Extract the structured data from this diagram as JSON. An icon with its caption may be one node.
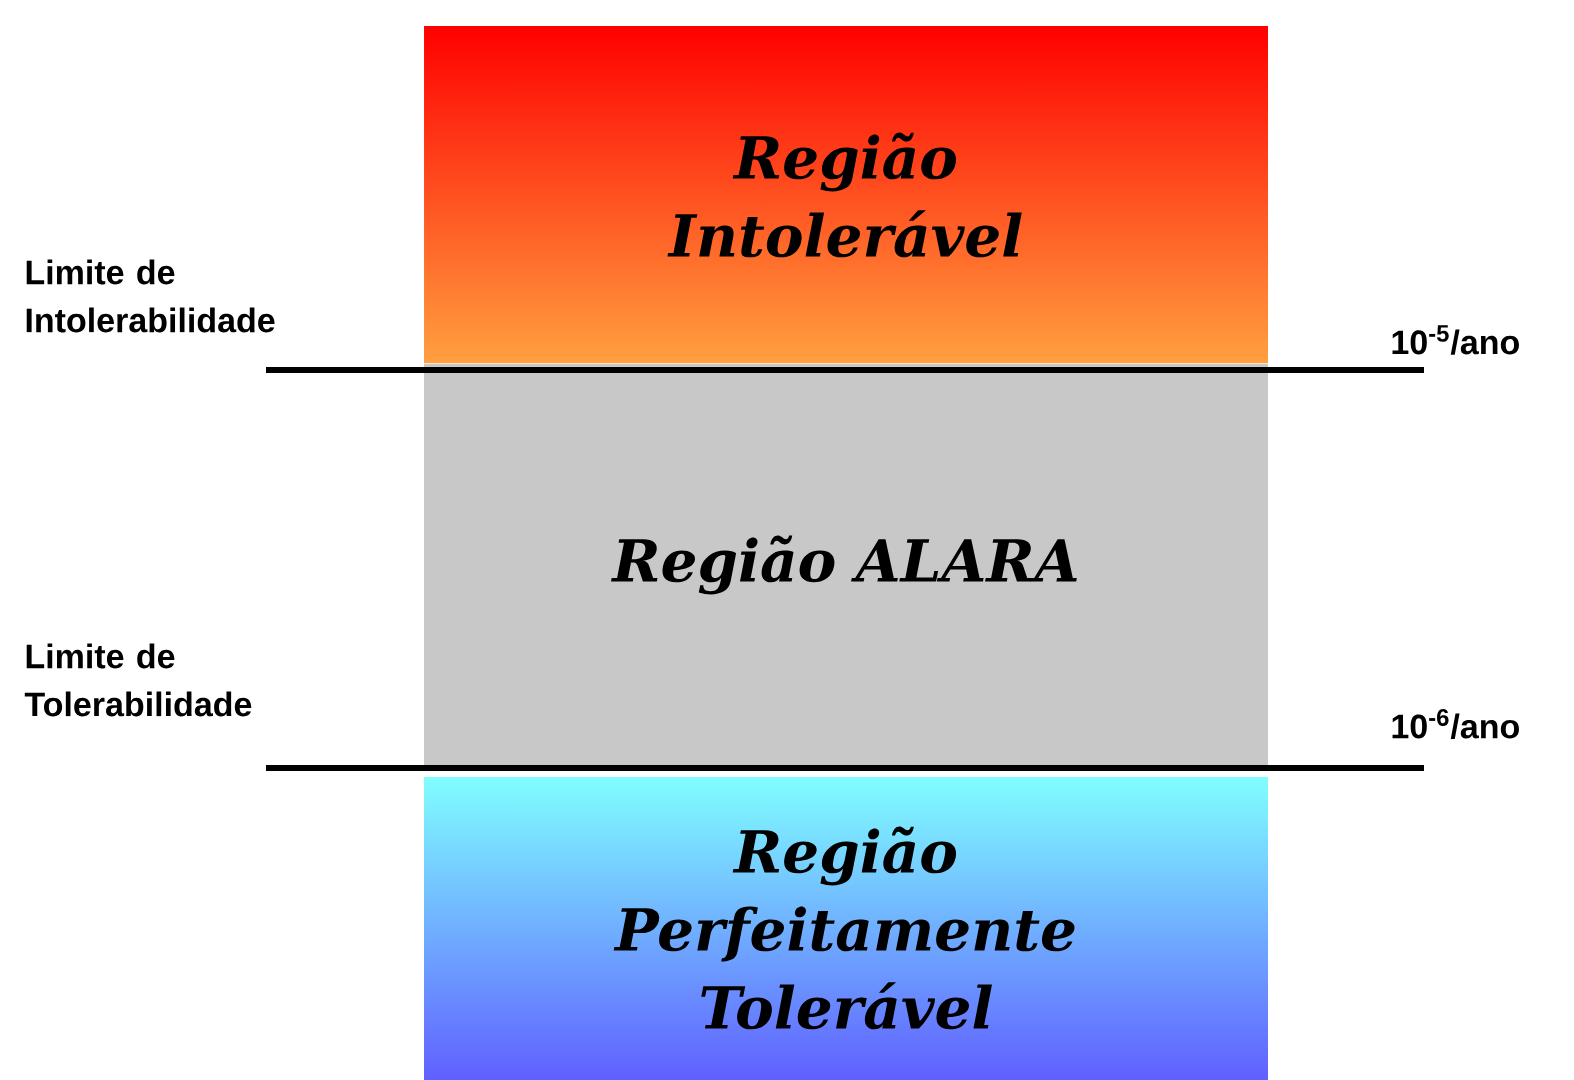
{
  "diagram": {
    "nodes": [
      {
        "text": [
          "Região Intolerável"
        ]
      },
      {
        "text": [
          "Região ALARA"
        ]
      },
      {
        "text": [
          "Região Perfeitamente Tolerável"
        ]
      }
    ],
    "labels": [
      "Limite de Intolerabilidade",
      "10$^{-5}$/ano",
      "Limite de Tolerabilidade",
      "10$^{-6}$/ano"
    ]
  }
}
